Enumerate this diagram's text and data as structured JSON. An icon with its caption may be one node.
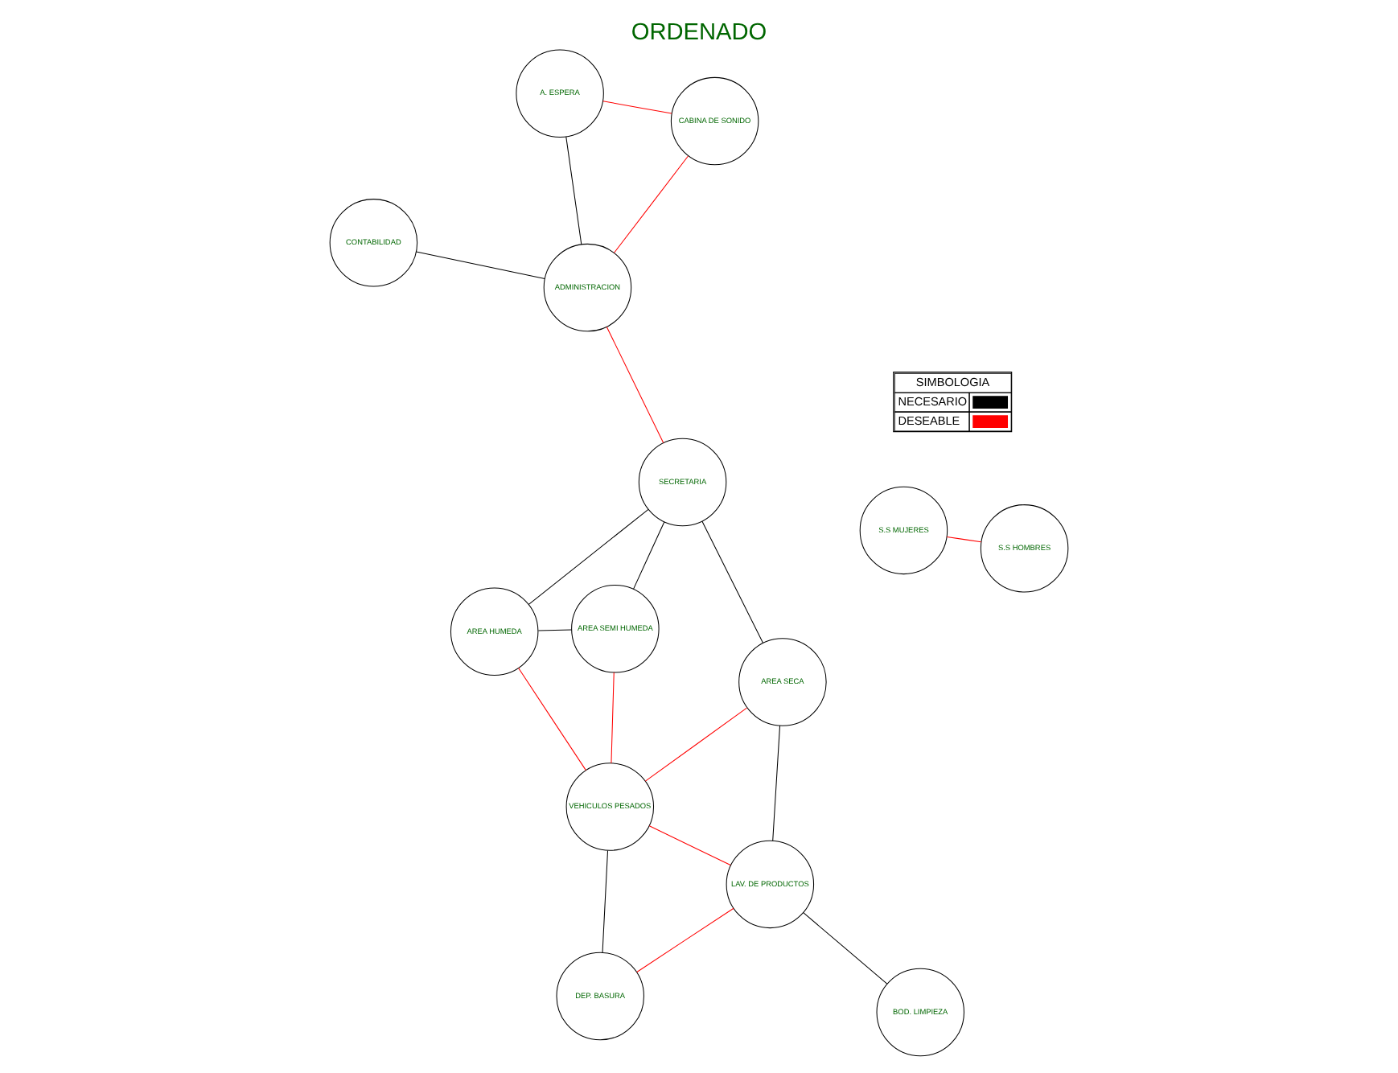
{
  "diagram": {
    "title": "ORDENADO",
    "nodes": [
      {
        "text": [
          "BOD. LIMPIEZA"
        ]
      },
      {
        "text": [
          "CABINA DE SONIDO"
        ]
      },
      {
        "text": [
          "LAV. DE PRODUCTOS"
        ]
      },
      {
        "text": [
          "A. ESPERA"
        ]
      },
      {
        "text": [
          "S.S MUJERES"
        ]
      },
      {
        "text": [
          "AREA SECA"
        ]
      },
      {
        "text": [
          "DEP. BASURA"
        ]
      },
      {
        "text": [
          "S.S HOMBRES"
        ]
      },
      {
        "text": [
          "ADMINISTRACION"
        ]
      },
      {
        "text": [
          "VEHICULOS PESADOS"
        ]
      },
      {
        "text": [
          "CONTABILIDAD"
        ]
      },
      {
        "text": [
          "AREA SEMI HUMEDA"
        ]
      },
      {
        "text": [
          "SECRETARIA"
        ]
      },
      {
        "text": [
          "AREA HUMEDA"
        ]
      }
    ],
    "edges": [
      {
        "from": 0,
        "to": 2,
        "arrow": "none"
      },
      {
        "from": 3,
        "to": 1,
        "arrow": "none",
        "color": "#ff0000"
      },
      {
        "from": 1,
        "to": 8,
        "arrow": "none",
        "color": "#ff0000"
      },
      {
        "from": 3,
        "to": 8,
        "arrow": "none"
      },
      {
        "from": 4,
        "to": 7,
        "arrow": "none",
        "color": "#ff0000"
      },
      {
        "from": 2,
        "to": 5,
        "arrow": "none"
      },
      {
        "from": 2,
        "to": 6,
        "arrow": "none",
        "color": "#ff0000"
      },
      {
        "from": 2,
        "to": 9,
        "arrow": "none",
        "color": "#ff0000"
      },
      {
        "from": 6,
        "to": 9,
        "arrow": "none"
      },
      {
        "from": 5,
        "to": 9,
        "arrow": "none",
        "color": "#ff0000"
      },
      {
        "from": 5,
        "to": 12,
        "arrow": "none"
      },
      {
        "from": 8,
        "to": 10,
        "arrow": "none"
      },
      {
        "from": 8,
        "to": 12,
        "arrow": "none",
        "color": "#ff0000"
      },
      {
        "from": 11,
        "to": 9,
        "arrow": "none",
        "color": "#ff0000"
      },
      {
        "from": 11,
        "to": 12,
        "arrow": "none"
      },
      {
        "from": 11,
        "to": 13,
        "arrow": "none"
      },
      {
        "from": 12,
        "to": 13,
        "arrow": "none"
      },
      {
        "from": 9,
        "to": 13,
        "arrow": "none",
        "color": "#ff0000"
      }
    ],
    "labels": [
      "SIMBOLOGIA"
    ],
    "legend": [
      {
        "text": "NECESARIO",
        "color": "#000000"
      },
      {
        "text": "DESEABLE",
        "color": "#ff0000"
      }
    ]
  }
}
